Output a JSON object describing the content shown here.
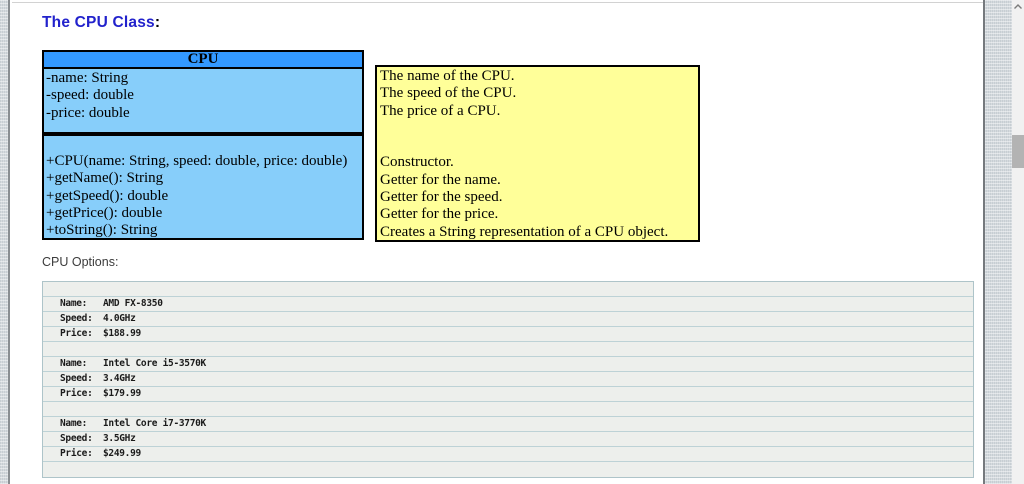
{
  "page": {
    "title": "The CPU Class",
    "title_suffix": ":",
    "options_heading": "CPU Options:"
  },
  "uml": {
    "class_name": "CPU",
    "attributes": [
      "-name: String",
      "-speed: double",
      "-price: double"
    ],
    "methods": [
      "+CPU(name: String, speed: double, price: double)",
      "+getName(): String",
      "+getSpeed(): double",
      "+getPrice(): double",
      "+toString(): String"
    ],
    "attribute_descriptions": [
      "The name of the CPU.",
      "The speed of the CPU.",
      "The price of a CPU."
    ],
    "method_descriptions": [
      "Constructor.",
      "Getter for the name.",
      "Getter for the speed.",
      "Getter for the price.",
      "Creates a String representation of a CPU object."
    ],
    "colors": {
      "header_bg": "#3399FF",
      "section_bg": "#87CEFA",
      "note_bg": "#FFFF99",
      "box_border": "#000000",
      "title_text": "#2222CC"
    }
  },
  "cpu_list": {
    "labels": {
      "name": "Name:",
      "speed": "Speed:",
      "price": "Price:"
    },
    "items": [
      {
        "name": "AMD FX-8350",
        "speed": "4.0GHz",
        "price": "$188.99"
      },
      {
        "name": "Intel Core i5-3570K",
        "speed": "3.4GHz",
        "price": "$179.99"
      },
      {
        "name": "Intel Core i7-3770K",
        "speed": "3.5GHz",
        "price": "$249.99"
      }
    ]
  },
  "scrollbar": {
    "up_icon": "chevron-up"
  }
}
